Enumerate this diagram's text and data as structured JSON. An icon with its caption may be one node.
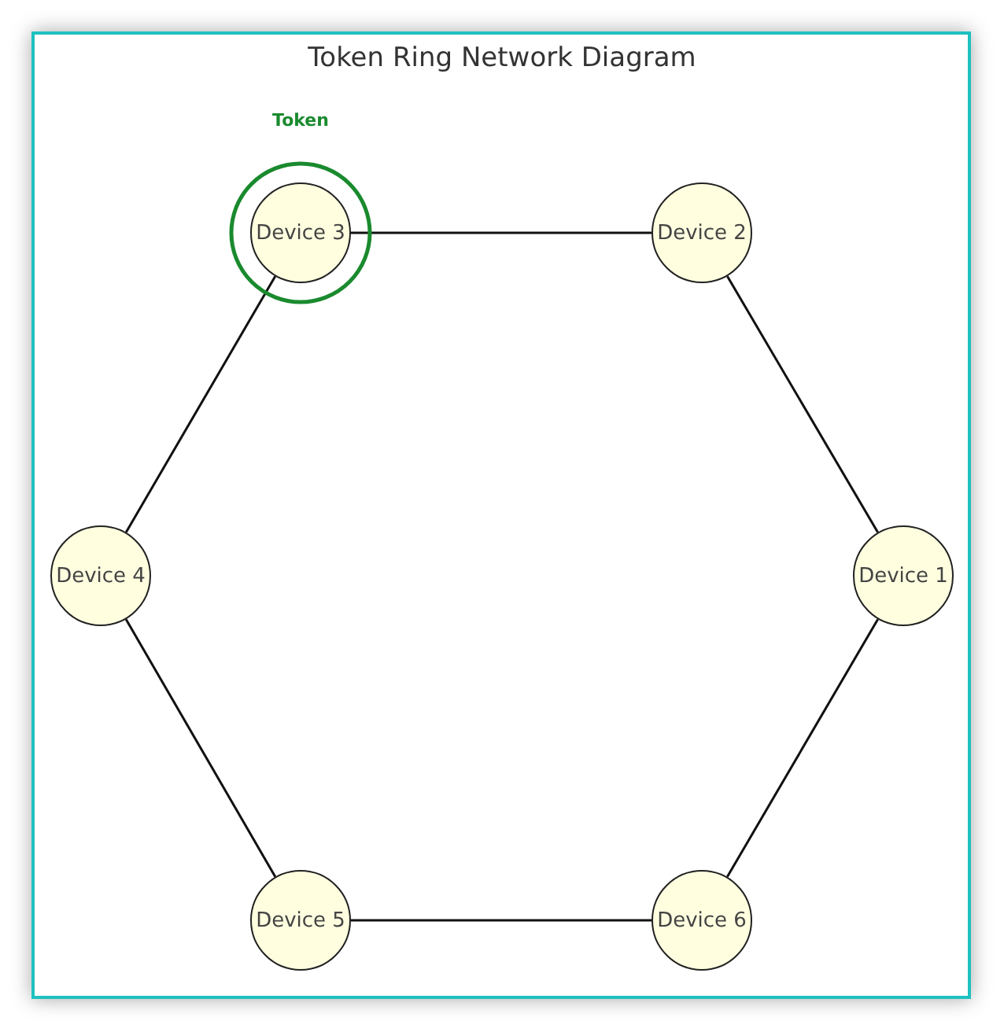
{
  "diagram": {
    "title": "Token Ring Network Diagram",
    "nodes": [
      {
        "text": [
          "Token"
        ]
      },
      {
        "text": [
          "Device 3"
        ],
        "in": 0
      },
      {
        "text": [
          "Device 2"
        ]
      },
      {
        "text": [
          "Device 4"
        ]
      },
      {
        "text": [
          "Device 1"
        ]
      },
      {
        "text": [
          "Device 5"
        ]
      },
      {
        "text": [
          "Device 6"
        ]
      }
    ],
    "edges": [
      {
        "from": 4,
        "to": 2,
        "arrow": "none"
      },
      {
        "from": 2,
        "to": 1,
        "arrow": "none"
      },
      {
        "from": 1,
        "to": 3,
        "arrow": "none"
      },
      {
        "from": 3,
        "to": 5,
        "arrow": "none"
      },
      {
        "from": 5,
        "to": 6,
        "arrow": "none"
      },
      {
        "from": 6,
        "to": 4,
        "arrow": "none"
      }
    ]
  }
}
